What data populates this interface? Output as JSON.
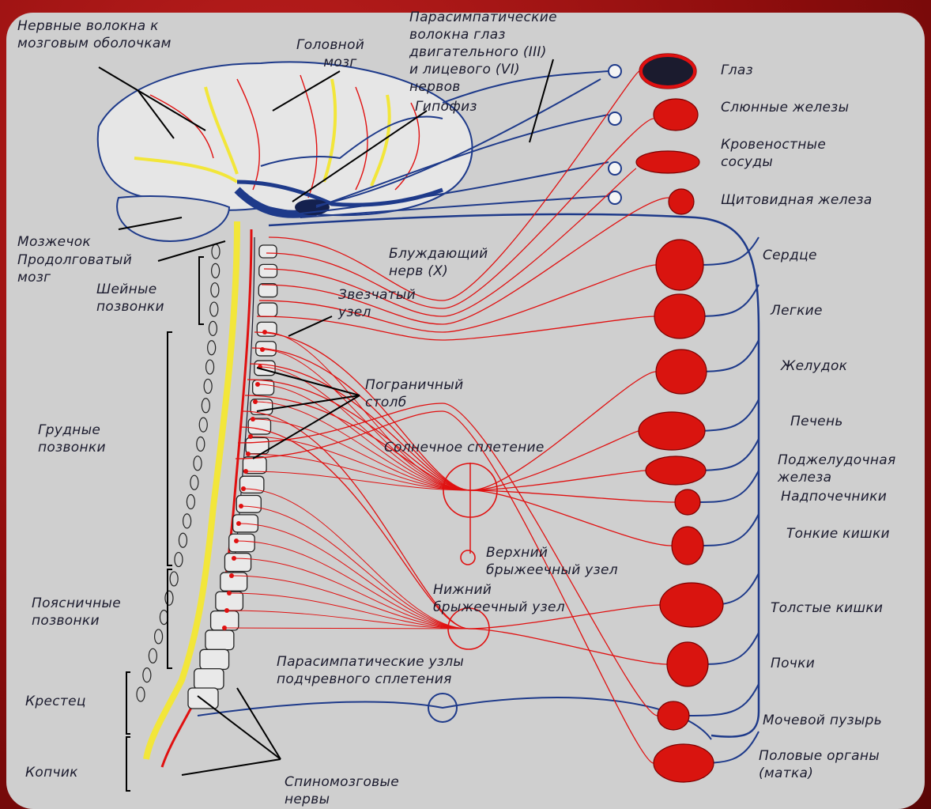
{
  "colors": {
    "background": "#8e0d0d",
    "panel": "#cfcfcf",
    "sympathetic": "#e01010",
    "parasympathetic": "#1e3a8a",
    "sensory": "#f2e63a",
    "text": "#1b1b2e"
  },
  "labels": {
    "meninges": "Нервные волокна к\nмозговым оболочкам",
    "brain": "Головной\n      мозг",
    "para_eye": "Парасимпатические\nволокна глаз\nдвигательного (III)\nи лицевого (VI)\nнервов",
    "pituitary": "Гипофиз",
    "cerebellum": "Мозжечок",
    "medulla": "Продолговатый\nмозг",
    "cervical": "Шейные\nпозвонки",
    "vagus": "Блуждающий\nнерв (X)",
    "stellate": "Звезчатый\nузел",
    "border_column": "Пограничный\nстолб",
    "thoracic": "Грудные\nпозвонки",
    "solar": "Солнечное сплетение",
    "superior_mesenteric": "Верхний\nбрыжеечный узел",
    "inferior_mesenteric": "Нижний\nбрыжеечный узел",
    "lumbar": "Поясничные\nпозвонки",
    "hypogastric": "Парасимпатические узлы\nподчревного сплетения",
    "sacrum": "Крестец",
    "coccyx": "Копчик",
    "spinal_nerves": "Спиномозговые\nнервы"
  },
  "organs": [
    {
      "key": "eye",
      "label": "Глаз"
    },
    {
      "key": "salivary",
      "label": "Слюнные железы"
    },
    {
      "key": "vessels",
      "label": "Кровеностные\nсосуды"
    },
    {
      "key": "thyroid",
      "label": "Щитовидная железа"
    },
    {
      "key": "heart",
      "label": "Сердце"
    },
    {
      "key": "lungs",
      "label": "Легкие"
    },
    {
      "key": "stomach",
      "label": "Желудок"
    },
    {
      "key": "liver",
      "label": "Печень"
    },
    {
      "key": "pancreas",
      "label": "Поджелудочная\nжелеза"
    },
    {
      "key": "adrenal",
      "label": "Надпочечники"
    },
    {
      "key": "small_intestine",
      "label": "Тонкие кишки"
    },
    {
      "key": "large_intestine",
      "label": "Толстые кишки"
    },
    {
      "key": "kidneys",
      "label": "Почки"
    },
    {
      "key": "bladder",
      "label": "Мочевой пузырь"
    },
    {
      "key": "genitals",
      "label": "Половые органы\n(матка)"
    }
  ]
}
